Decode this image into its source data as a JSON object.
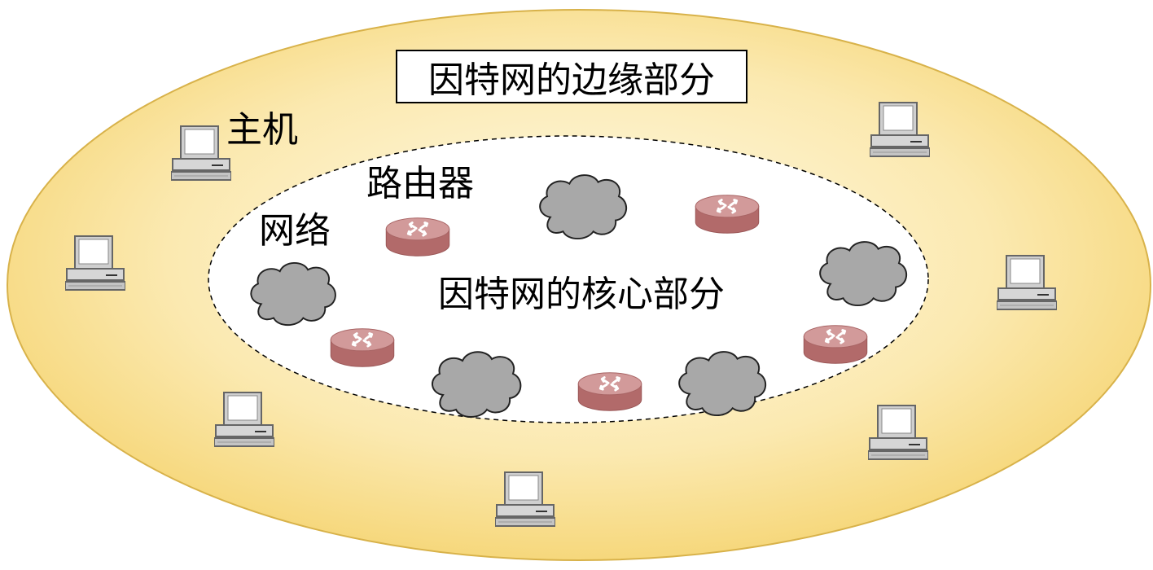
{
  "labels": {
    "edge_title": "因特网的边缘部分",
    "host": "主机",
    "router": "路由器",
    "network": "网络",
    "core_title": "因特网的核心部分"
  },
  "colors": {
    "edge_fill_inner": "#fdf3d2",
    "edge_fill_outer": "#f7d97c",
    "edge_stroke": "#d8b24a",
    "core_fill": "#ffffff",
    "cloud": "#a6a6a6",
    "router": "#c07b7b",
    "host_body": "#cfcfcf"
  },
  "icons": {
    "host": "desktop-computer-icon",
    "router": "router-icon",
    "network": "cloud-icon"
  }
}
